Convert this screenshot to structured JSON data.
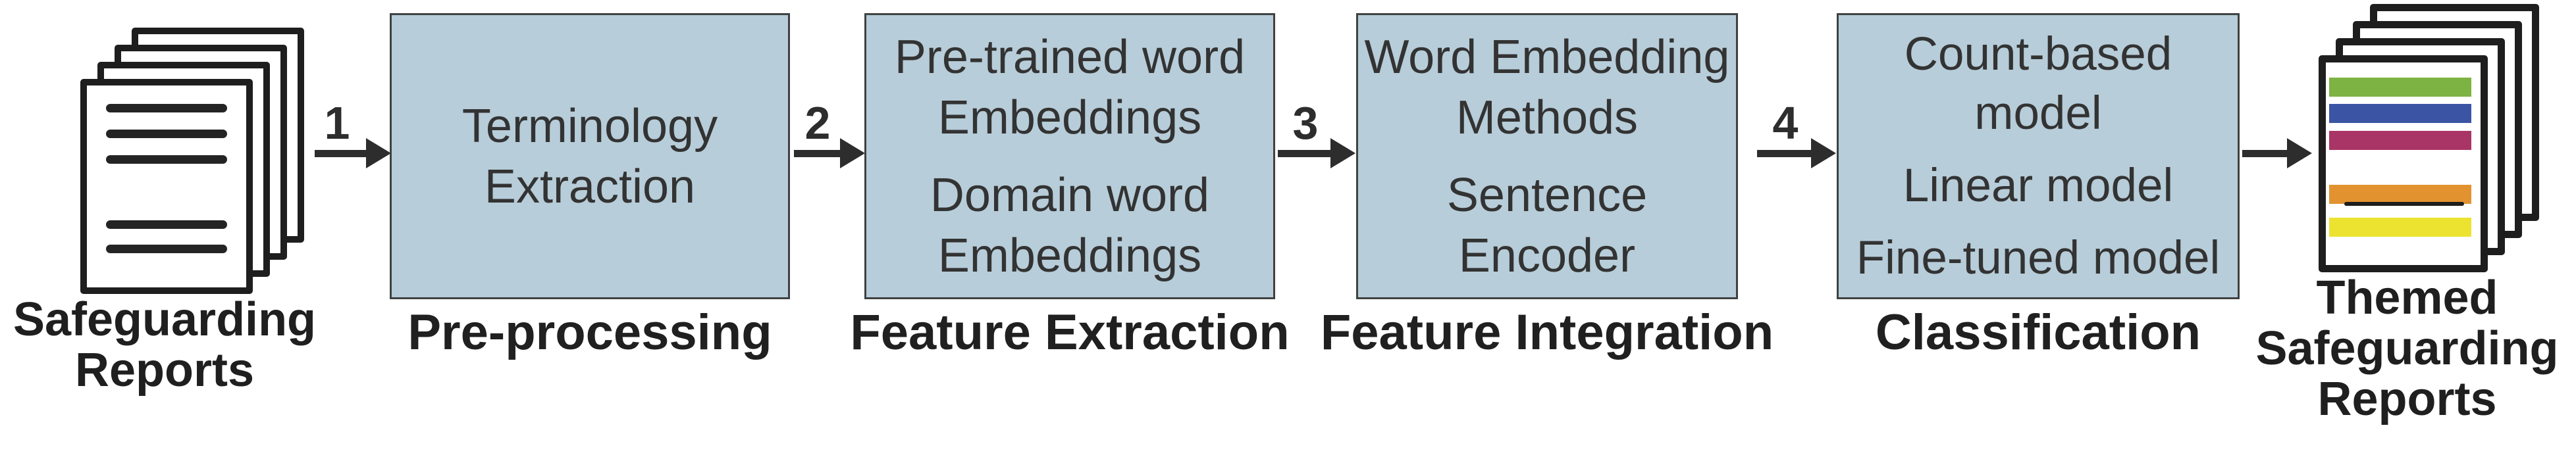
{
  "diagram": {
    "title": "safeguarding-reports-classification-pipeline",
    "colors": {
      "background": "#ffffff",
      "box_fill": "#b7cdd9",
      "box_border": "#3f4242",
      "box_text": "#333333",
      "label_text": "#202020",
      "arrow": "#2d2d2d",
      "icon_stroke": "#1e1e1e"
    },
    "input": {
      "icon": "document-stack-icon",
      "label_line1": "Safeguarding",
      "label_line2": "Reports"
    },
    "stages": [
      {
        "label": "Pre-processing",
        "box": {
          "paragraphs": [
            [
              "Terminology",
              "Extraction"
            ]
          ]
        }
      },
      {
        "label": "Feature Extraction",
        "box": {
          "paragraphs": [
            [
              "Pre-trained word",
              "Embeddings"
            ],
            [
              "Domain word",
              "Embeddings"
            ]
          ]
        }
      },
      {
        "label": "Feature Integration",
        "box": {
          "paragraphs": [
            [
              "Word Embedding",
              "Methods"
            ],
            [
              "Sentence",
              "Encoder"
            ]
          ]
        }
      },
      {
        "label": "Classification",
        "box": {
          "paragraphs": [
            [
              "Count-based",
              "model"
            ],
            [
              "Linear model"
            ],
            [
              "Fine-tuned model"
            ]
          ]
        }
      }
    ],
    "arrows": [
      {
        "number": "1"
      },
      {
        "number": "2"
      },
      {
        "number": "3"
      },
      {
        "number": "4"
      },
      {
        "number": ""
      }
    ],
    "output": {
      "icon": "themed-document-stack-icon",
      "label_line1": "Themed",
      "label_line2": "Safeguarding",
      "label_line3": "Reports",
      "theme_colors": [
        "#7cb342",
        "#3b55a4",
        "#a93566",
        "#e2932f",
        "#ece331"
      ]
    }
  }
}
